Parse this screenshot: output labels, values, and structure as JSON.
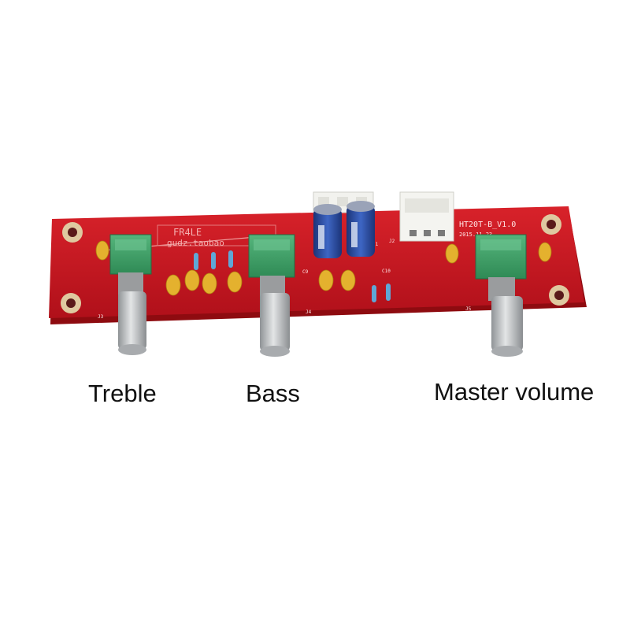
{
  "photo": {
    "board_silkscreen": {
      "model": "HT20T-B_V1.0",
      "date": "2015.11.23",
      "logo_top": "FR4LE",
      "logo_bottom": "gudz.taobao",
      "refs": {
        "j1": "J1",
        "j2": "J2",
        "j3": "J3",
        "j4": "J4",
        "j5": "J5",
        "c9": "C9",
        "c10": "C10"
      }
    },
    "colors": {
      "pcb": "#c8141c",
      "pcb_edge": "#8e0b10",
      "pot_body": "#3fa36a",
      "shaft": "#b9bcbf",
      "connector": "#f2f2ee",
      "capacitor_blue": "#2c4fa8",
      "tantalum": "#e4b12e"
    }
  },
  "labels": {
    "treble": "Treble",
    "bass": "Bass",
    "master": "Master volume"
  }
}
